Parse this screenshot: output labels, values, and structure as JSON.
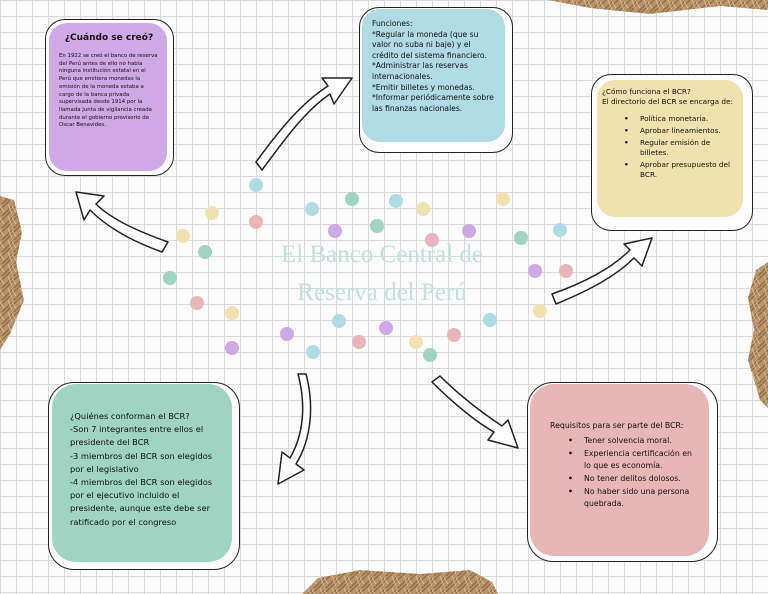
{
  "title": {
    "line1": "El Banco Central de",
    "line2": "Reserva del Perú"
  },
  "cards": {
    "creation": {
      "heading": "¿Cuándo se creó?",
      "body": "En 1922 se creó el banco de reserva del Perú antes de ello no había ninguna institución estatal en el Perú que emitiera monedas la emisión de la moneda estaba a cargo de la banca privada supervisada desde 1914 por la llamada junta de vigilancia creada durante el gobierno provisorio de Oscar Benavides."
    },
    "functions": {
      "lines": [
        "Funciones:",
        "*Regular la moneda (que su valor no suba ni baje) y el crédito del sistema financiero.",
        "*Administrar las reservas internacionales.",
        "*Emitir billetes y monedas.",
        "*Informar periódicamente sobre las finanzas nacionales."
      ]
    },
    "how": {
      "heading": "¿Cómo funciona el BCR?",
      "intro": "El directorio del BCR se encarga de:",
      "items": [
        "Política monetaria.",
        "Aprobar lineamientos.",
        "Regular emisión de billetes.",
        "Aprobar presupuesto del BCR."
      ]
    },
    "members": {
      "lines": [
        "¿Quiénes conforman el BCR?",
        "-Son 7 integrantes entre ellos el presidente del BCR",
        "-3 miembros del BCR son elegidos por el legislativo",
        "-4 miembros del BCR son elegidos por el ejecutivo incluido el presidente, aunque este debe ser ratificado por el congreso"
      ]
    },
    "requirements": {
      "heading": "Requisitos para ser parte del BCR:",
      "items": [
        "Tener solvencia moral.",
        "Experiencia certificación en lo que es economía.",
        "No tener delitos dolosos.",
        "No haber sido una persona quebrada."
      ]
    }
  },
  "colors": {
    "purple": "#cfa8e6",
    "blue": "#b1dbe4",
    "yellow": "#f0e1af",
    "green": "#9fd3c2",
    "pink": "#e9b6b8",
    "title": "#bfe3dc",
    "paper": "#b08c63"
  }
}
